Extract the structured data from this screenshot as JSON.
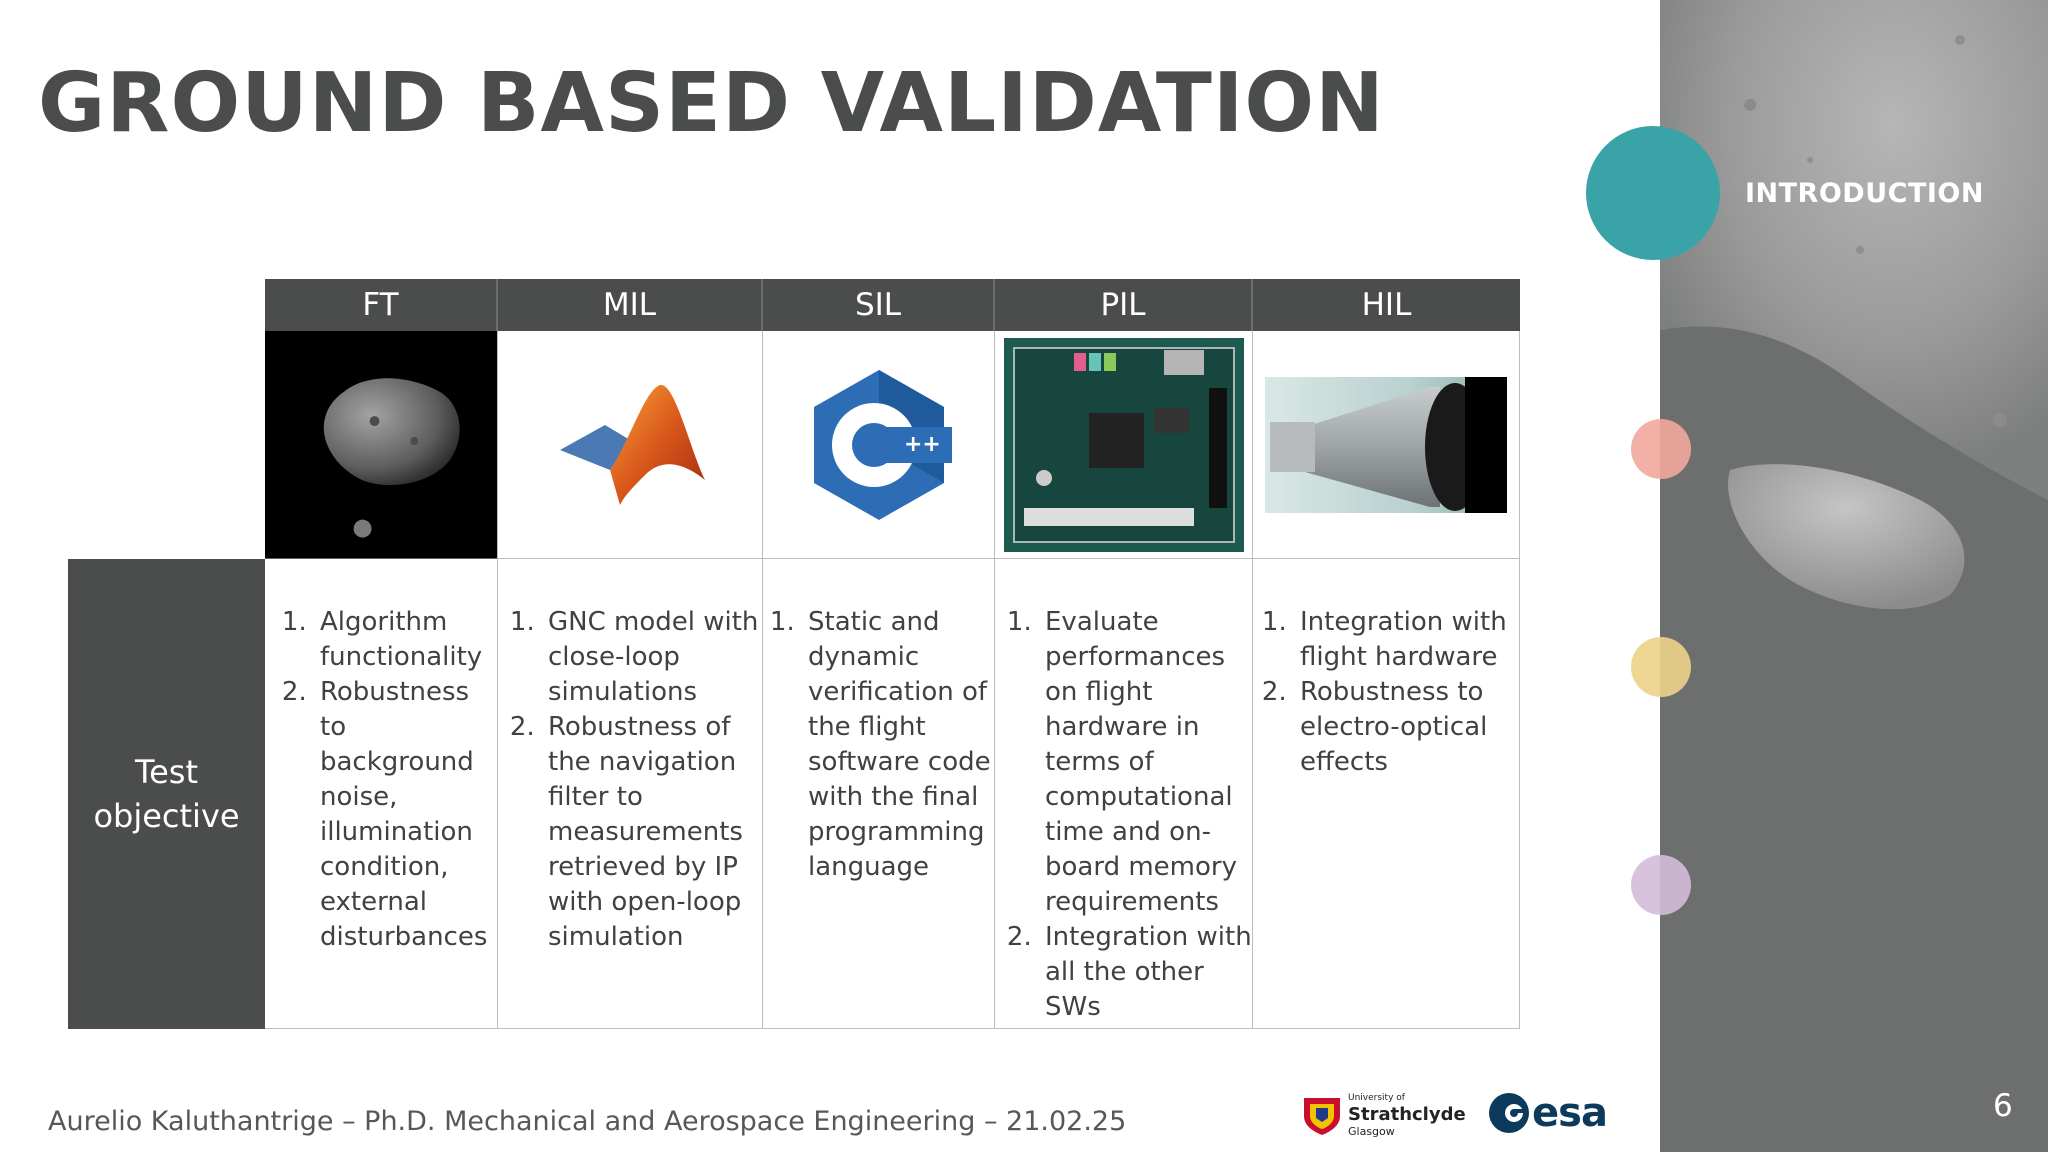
{
  "slide": {
    "title": "GROUND BASED VALIDATION",
    "section": "INTRODUCTION",
    "page_number": "6"
  },
  "table": {
    "columns": [
      "FT",
      "MIL",
      "SIL",
      "PIL",
      "HIL"
    ],
    "row_label": "Test objective",
    "images": [
      "asteroid-photo",
      "matlab-logo",
      "cpp-logo",
      "zedboard-photo",
      "hardware-camera-photo"
    ],
    "cells": [
      [
        "Algorithm functionality",
        "Robustness to background noise, illumination condition, external disturbances"
      ],
      [
        "GNC model with close-loop simulations",
        "Robustness of the navigation filter to measurements retrieved by IP with open-loop simulation"
      ],
      [
        "Static and dynamic verification of the flight software code with the final programming language"
      ],
      [
        "Evaluate performances on flight hardware in terms of computational time and on-board memory requirements",
        "Integration with all the other SWs"
      ],
      [
        "Integration with flight hardware",
        "Robustness to electro-optical effects"
      ]
    ]
  },
  "footer": {
    "text": "Aurelio Kaluthantrige – Ph.D. Mechanical and Aerospace Engineering – 21.02.25",
    "logo_strathclyde": [
      "University of",
      "Strathclyde",
      "Glasgow"
    ],
    "logo_esa": "esa"
  },
  "colors": {
    "title": "#4a4d4c",
    "header_bg": "#4a4d4c",
    "sidebar_bg": "#6d6f6e",
    "accent_teal": "#3aa3a8",
    "accent_red": "#f2a79d",
    "accent_yellow": "#ecd38a",
    "accent_purple": "#d3bcd9"
  }
}
